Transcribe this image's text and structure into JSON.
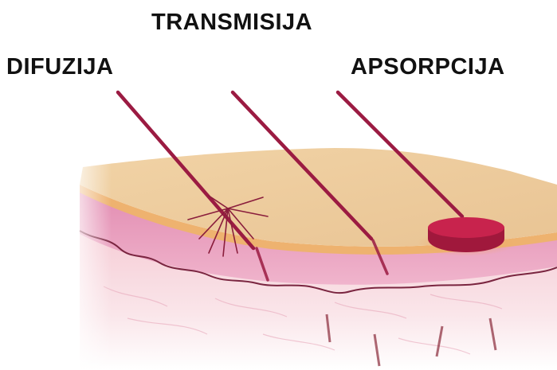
{
  "labels": {
    "transmission": "TRANSMISIJA",
    "diffusion": "DIFUZIJA",
    "absorption": "APSORPCIJA"
  },
  "colors": {
    "beam": "#9b1b42",
    "epidermis_top": "#ecc898",
    "pink_layer": "#e79bbd",
    "dermis": "#f6d6dc",
    "absorption_spot": "#b31d44"
  }
}
